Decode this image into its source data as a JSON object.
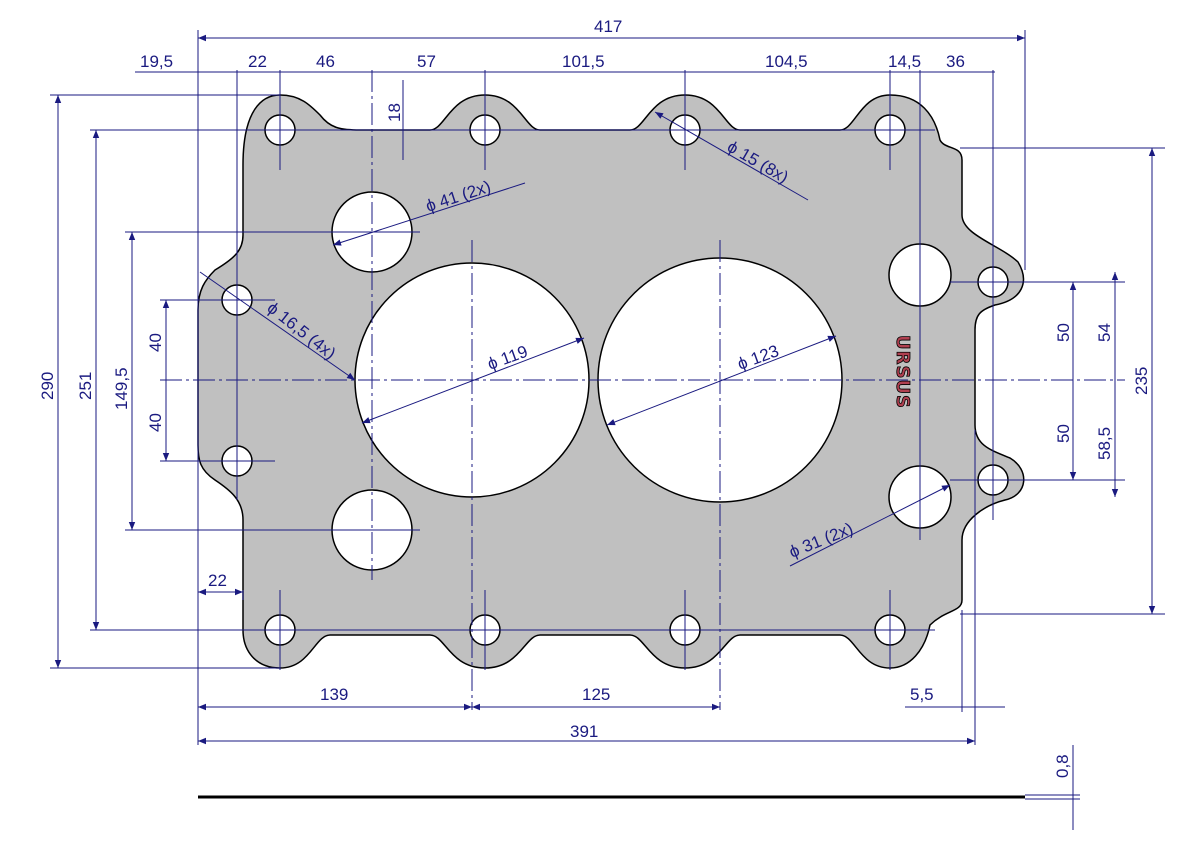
{
  "drawing": {
    "logo_text": "URSUS",
    "colors": {
      "part_fill": "#c0c0c0",
      "dimension": "#1a1a80",
      "logo": "#b04050"
    },
    "top_dims": {
      "overall": "417",
      "d1": "19,5",
      "d2": "22",
      "d3": "46",
      "d4": "57",
      "d5": "101,5",
      "d6": "104,5",
      "d7": "14,5",
      "d8": "36",
      "lobe": "18"
    },
    "left_dims": {
      "overall": "290",
      "holes": "251",
      "mid": "149,5",
      "upper": "40",
      "lower": "40",
      "edge": "22"
    },
    "bottom_dims": {
      "d1": "139",
      "d2": "125",
      "d3": "5,5",
      "overall": "391"
    },
    "right_dims": {
      "upper_a": "50",
      "upper_b": "54",
      "lower_a": "50",
      "lower_b": "58,5",
      "overall": "235",
      "thickness": "0,8"
    },
    "diameters": {
      "d41": "ϕ 41 (2x)",
      "d15": "ϕ 15 (8x)",
      "d16": "ϕ 16,5 (4x)",
      "d119": "ϕ 119",
      "d123": "ϕ 123",
      "d31": "ϕ 31 (2x)"
    }
  }
}
